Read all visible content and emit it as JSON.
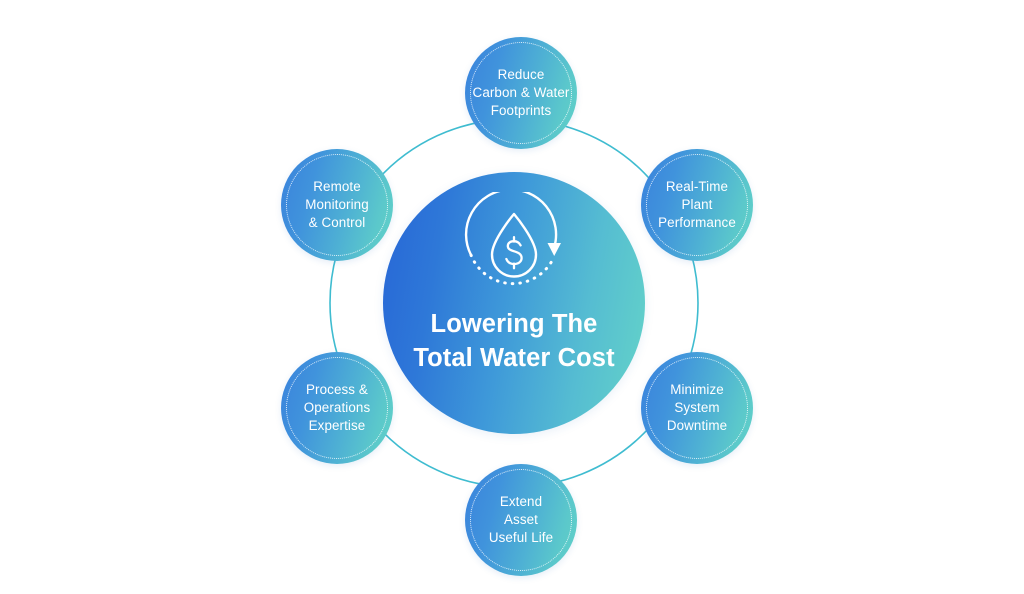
{
  "diagram": {
    "type": "hub-and-spoke-cycle",
    "background_color": "#ffffff",
    "ring_color": "#3fbcd0",
    "hub": {
      "title_line_1": "Lowering The",
      "title_line_2": "Total Water Cost",
      "title_full": "Lowering The Total Water Cost",
      "icon_name": "water-drop-dollar-cycle-icon",
      "gradient_from": "#2766d6",
      "gradient_to": "#64d4c8",
      "text_color": "#ffffff"
    },
    "nodes": [
      {
        "id": "reduce-carbon-water-footprints",
        "lines": [
          "Reduce",
          "Carbon & Water",
          "Footprints"
        ],
        "full": "Reduce Carbon & Water Footprints"
      },
      {
        "id": "real-time-plant-performance",
        "lines": [
          "Real-Time",
          "Plant",
          "Performance"
        ],
        "full": "Real-Time Plant Performance"
      },
      {
        "id": "minimize-system-downtime",
        "lines": [
          "Minimize",
          "System",
          "Downtime"
        ],
        "full": "Minimize System Downtime"
      },
      {
        "id": "extend-asset-useful-life",
        "lines": [
          "Extend",
          "Asset",
          "Useful Life"
        ],
        "full": "Extend Asset Useful Life"
      },
      {
        "id": "process-operations-expertise",
        "lines": [
          "Process &",
          "Operations",
          "Expertise"
        ],
        "full": "Process & Operations Expertise"
      },
      {
        "id": "remote-monitoring-control",
        "lines": [
          "Remote",
          "Monitoring",
          "& Control"
        ],
        "full": "Remote Monitoring & Control"
      }
    ],
    "node_style": {
      "gradient_from": "#3a82dd",
      "gradient_to": "#61d2c7",
      "border_style": "dotted",
      "border_color": "#ffffff",
      "text_color": "#ffffff"
    }
  }
}
